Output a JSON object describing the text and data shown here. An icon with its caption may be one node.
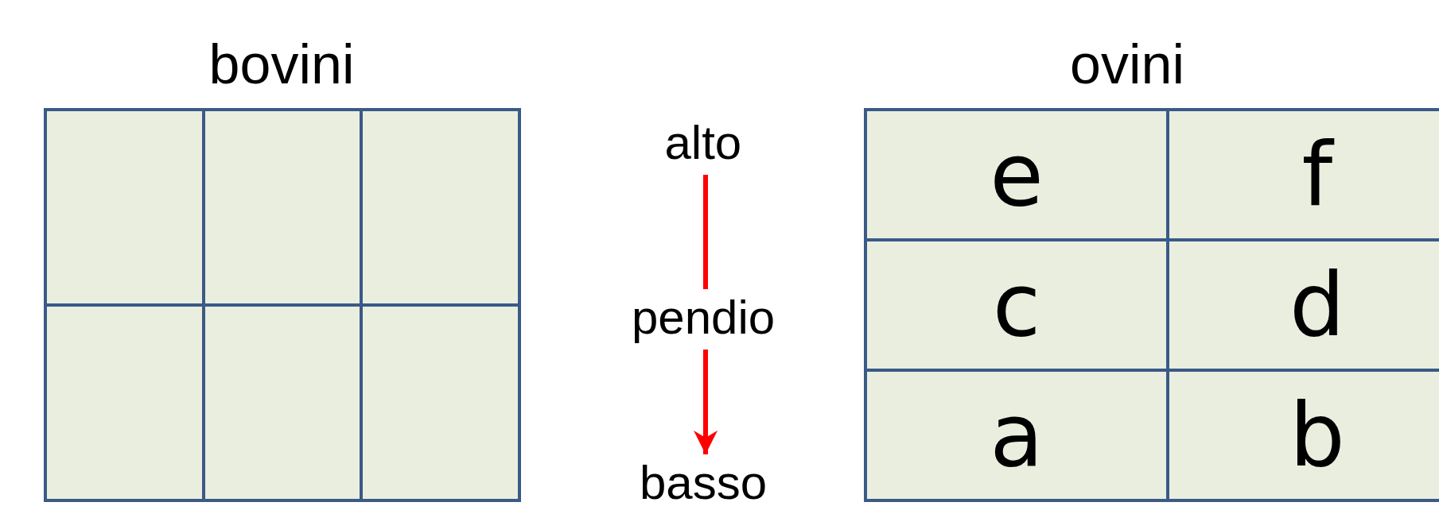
{
  "diagram": {
    "nodes": [
      {
        "text": [
          "alto"
        ]
      },
      {
        "text": [
          "pendio"
        ]
      },
      {
        "text": [
          "basso"
        ]
      }
    ],
    "edges": [
      {
        "from": 0,
        "to": 1,
        "arrow": "none",
        "color": "#ff0000"
      },
      {
        "from": 1,
        "to": 2,
        "arrow": "to",
        "color": "#ff0000"
      }
    ],
    "labels": [
      "bovini",
      "ovini",
      "e",
      "f",
      "c",
      "d",
      "a",
      "b"
    ]
  }
}
